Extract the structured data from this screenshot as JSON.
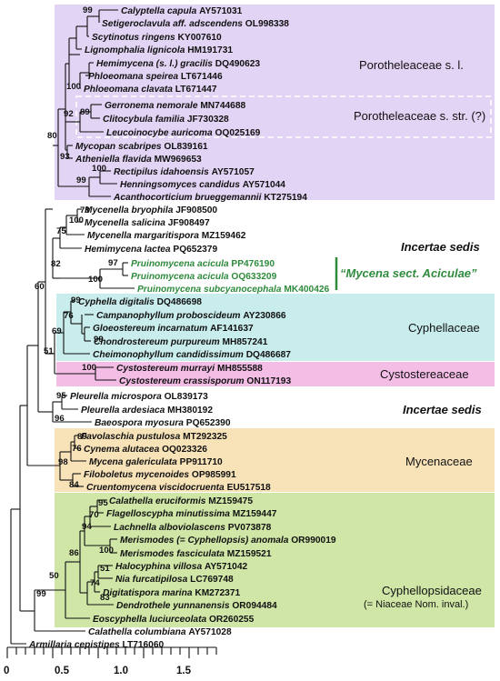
{
  "tips": [
    {
      "genus": "Calyptella capula",
      "acc": "AY571031"
    },
    {
      "genus": "Setigeroclavula aff. adscendens",
      "acc": "OL998338"
    },
    {
      "genus": "Scytinotus ringens",
      "acc": "KY007610"
    },
    {
      "genus": "Lignomphalia lignicola",
      "acc": "HM191731"
    },
    {
      "genus": "Hemimycena (s. l.) gracilis",
      "acc": "DQ490623"
    },
    {
      "genus": "Phloeomana speirea",
      "acc": "LT671446"
    },
    {
      "genus": "Phloeomana clavata",
      "acc": "LT671447"
    },
    {
      "genus": "Gerronema nemorale",
      "acc": "MN744688"
    },
    {
      "genus": "Clitocybula familia",
      "acc": "JF730328"
    },
    {
      "genus": "Leucoinocybe auricoma",
      "acc": "OQ025169"
    },
    {
      "genus": "Mycopan scabripes",
      "acc": "OL839161"
    },
    {
      "genus": "Atheniella flavida",
      "acc": "MW969653"
    },
    {
      "genus": "Rectipilus idahoensis",
      "acc": "AY571057"
    },
    {
      "genus": "Henningsomyces candidus",
      "acc": "AY571044"
    },
    {
      "genus": "Acanthocorticium brueggemannii",
      "acc": "KT275194"
    },
    {
      "genus": "Mycenella bryophila",
      "acc": "JF908500"
    },
    {
      "genus": "Mycenella salicina",
      "acc": "JF908497"
    },
    {
      "genus": "Mycenella margaritispora",
      "acc": "MZ159462"
    },
    {
      "genus": "Hemimycena lactea",
      "acc": "PQ652379"
    },
    {
      "genus": "Pruinomycena acicula",
      "acc": "PP476190"
    },
    {
      "genus": "Pruinomycena acicula",
      "acc": "OQ633209"
    },
    {
      "genus": "Pruinomycena subcyanocephala",
      "acc": "MK400426"
    },
    {
      "genus": "Cyphella digitalis",
      "acc": "DQ486698"
    },
    {
      "genus": "Campanophyllum proboscideum",
      "acc": "AY230866"
    },
    {
      "genus": "Gloeostereum incarnatum",
      "acc": "AF141637"
    },
    {
      "genus": "Chondrostereum purpureum",
      "acc": "MH857241"
    },
    {
      "genus": "Cheimonophyllum candidissimum",
      "acc": "DQ486687"
    },
    {
      "genus": "Cystostereum murrayi",
      "acc": "MH855588"
    },
    {
      "genus": "Cystostereum crassisporum",
      "acc": "ON117193"
    },
    {
      "genus": "Pleurella microspora",
      "acc": "OL839173"
    },
    {
      "genus": "Pleurella ardesiaca",
      "acc": "MH380192"
    },
    {
      "genus": "Baeospora myosura",
      "acc": "PQ652390"
    },
    {
      "genus": "Favolaschia pustulosa",
      "acc": "MT292325"
    },
    {
      "genus": "Cynema alutacea",
      "acc": "OQ023326"
    },
    {
      "genus": "Mycena galericulata",
      "acc": "PP911710"
    },
    {
      "genus": "Filoboletus mycenoides",
      "acc": "OP985991"
    },
    {
      "genus": "Cruentomycena viscidocruenta",
      "acc": "EU517518"
    },
    {
      "genus": "Calathella eruciformis",
      "acc": "MZ159475"
    },
    {
      "genus": "Flagelloscypha minutissima",
      "acc": "MZ159447"
    },
    {
      "genus": "Lachnella alboviolascens",
      "acc": "PV073878"
    },
    {
      "genus": "Merismodes (= Cyphellopsis) anomala",
      "acc": "OR990019"
    },
    {
      "genus": "Merismodes fasciculata",
      "acc": "MZ159521"
    },
    {
      "genus": "Halocyphina villosa",
      "acc": "AY571042"
    },
    {
      "genus": "Nia furcatipilosa",
      "acc": "LC769748"
    },
    {
      "genus": "Digitatispora marina",
      "acc": "KM272371"
    },
    {
      "genus": "Dendrothele yunnanensis",
      "acc": "OR094484"
    },
    {
      "genus": "Eoscyphella luciurceolata",
      "acc": "OR260255"
    },
    {
      "genus": "Calathella columbiana",
      "acc": "AY571028"
    },
    {
      "genus": "Armillaria cepistipes",
      "acc": "LT716060"
    }
  ],
  "supports": {
    "calyptella": "99",
    "porothel": "100",
    "pss": "92",
    "gerr": "89",
    "mycopan": "93",
    "rect_hen": "100",
    "rect": "99",
    "big": "80",
    "mycenella": "78",
    "mycenella2": "100",
    "incertae": "75",
    "prui": "97",
    "prui2": "100",
    "incertae2": "82",
    "cyph1": "99",
    "cyph2": "76",
    "cyph3": "99",
    "cyph4": "69",
    "cyst": "100",
    "cyph_cyst": "51",
    "pleu": "95",
    "pleu2": "96",
    "mid": "60",
    "myc1": "89",
    "myc2": "76",
    "myc3": "98",
    "myc4": "84",
    "cp1": "95",
    "cp2": "70",
    "cp3": "94",
    "cp4": "100",
    "cp5": "86",
    "cp6": "51",
    "cp7": "74",
    "cp8": "83",
    "cp9": "50",
    "cp10": "99"
  },
  "families": {
    "porotheleaceae_sl": "Porotheleaceae s. l.",
    "porotheleaceae_sstr": "Porotheleaceae s. str. (?)",
    "incertae1": "Incertae sedis",
    "aciculae": "“Mycena sect. Aciculae”",
    "cyphellaceae": "Cyphellaceae",
    "cystostereaceae": "Cystostereaceae",
    "incertae2": "Incertae sedis",
    "mycenaceae": "Mycenaceae",
    "cyphellopsidaceae": "Cyphellopsidaceae",
    "niaceae": "(= Niaceae Nom. inval.)"
  },
  "scale": {
    "ticks": [
      "0",
      "0.5",
      "1.0",
      "1.5"
    ]
  },
  "colors": {
    "porotheleaceae": "#e2d4f4",
    "cyphellaceae": "#c9ecec",
    "cystostereaceae": "#f4bde6",
    "mycenaceae": "#f8e3b9",
    "cyphellopsidaceae": "#cfe6a6",
    "aciculae": "#2e8b3c"
  }
}
